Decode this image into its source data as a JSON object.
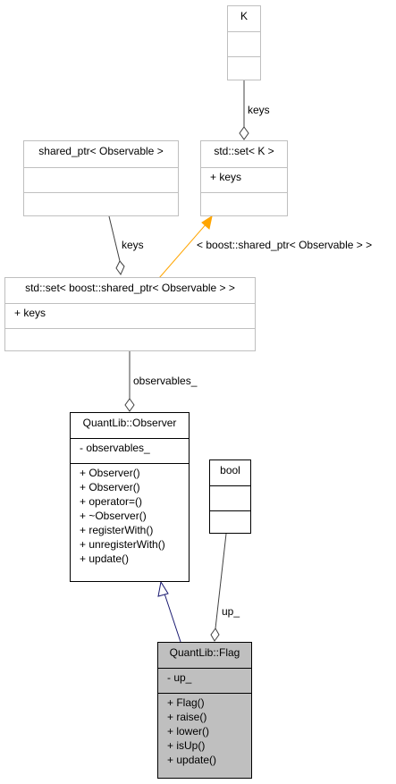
{
  "classes": {
    "K": {
      "name": "K",
      "attributes": [],
      "methods": []
    },
    "shared_ptr": {
      "name": "shared_ptr< Observable >",
      "attributes": [],
      "methods": []
    },
    "std_set_k": {
      "name": "std::set< K >",
      "attributes": [
        "+ keys"
      ],
      "methods": []
    },
    "std_set_sp": {
      "name": "std::set< boost::shared_ptr< Observable > >",
      "attributes": [
        "+ keys"
      ],
      "methods": []
    },
    "observer": {
      "name": "QuantLib::Observer",
      "attributes": [
        "- observables_"
      ],
      "methods": [
        "+ Observer()",
        "+ Observer()",
        "+ operator=()",
        "+ ~Observer()",
        "+ registerWith()",
        "+ unregisterWith()",
        "+ update()"
      ]
    },
    "bool": {
      "name": "bool",
      "attributes": [],
      "methods": []
    },
    "flag": {
      "name": "QuantLib::Flag",
      "attributes": [
        "- up_"
      ],
      "methods": [
        "+ Flag()",
        "+ raise()",
        "+ lower()",
        "+ isUp()",
        "+ update()"
      ]
    }
  },
  "edges": {
    "k_to_set": "keys",
    "sharedptr_to_set": "keys",
    "template_binding": "< boost::shared_ptr< Observable > >",
    "set_to_observer": "observables_",
    "bool_to_flag": "up_"
  },
  "colors": {
    "template_arrow": "#ffa500",
    "inherit_arrow": "#191970",
    "focus_fill": "#bfbfbf"
  }
}
